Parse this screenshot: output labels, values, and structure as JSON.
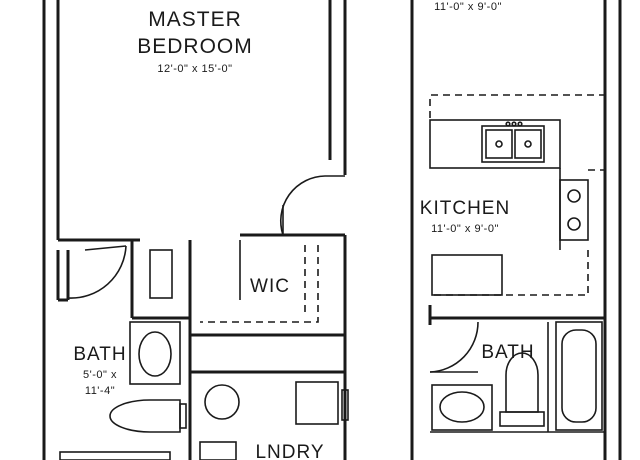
{
  "rooms": {
    "master_bedroom": {
      "line1": "MASTER",
      "line2": "BEDROOM",
      "dims": "12'-0\" x 15'-0\""
    },
    "top_right_room": {
      "dims": "11'-0\" x 9'-0\""
    },
    "kitchen": {
      "name": "KITCHEN",
      "dims": "11'-0\" x 9'-0\""
    },
    "wic": {
      "name": "WIC"
    },
    "bath_left": {
      "name": "BATH",
      "dims_line1": "5'-0\" x",
      "dims_line2": "11'-4\""
    },
    "bath_right": {
      "name": "BATH"
    },
    "laundry": {
      "name": "LNDRY"
    }
  }
}
